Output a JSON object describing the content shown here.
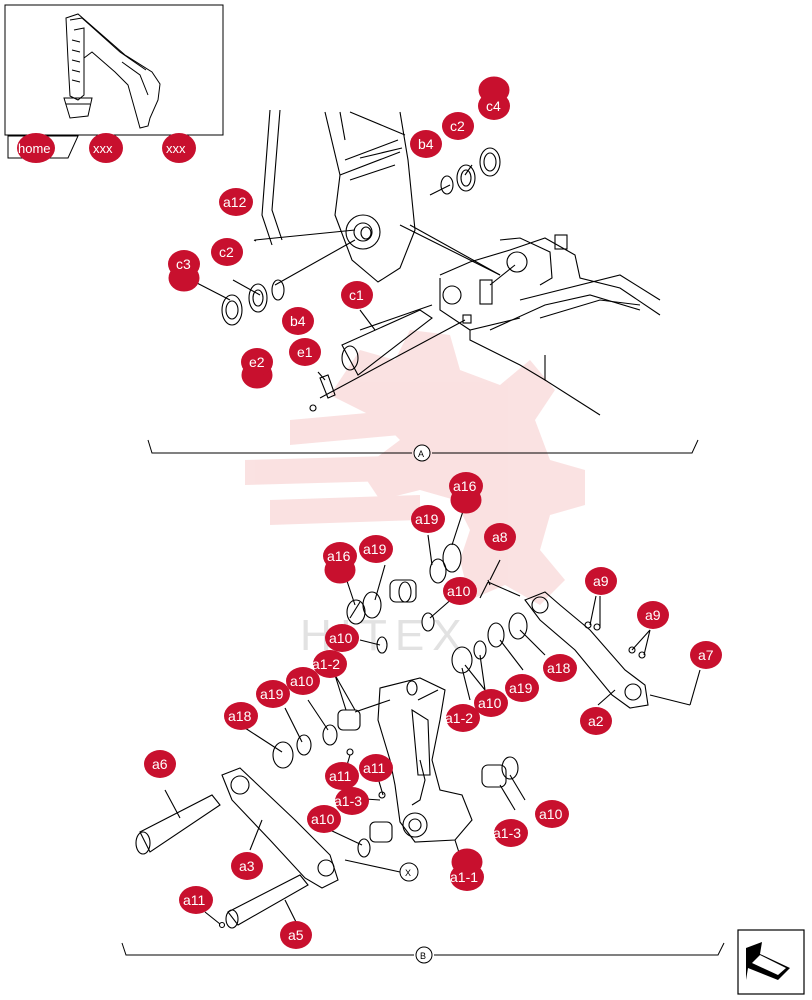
{
  "nav": {
    "home_label": "home",
    "prev_label": "xxx",
    "next_label": "xxx"
  },
  "sections": {
    "upper_label": "A",
    "lower_label": "B",
    "ref_x_label": "X"
  },
  "watermark_text": "HITEX",
  "colors": {
    "callout": "#c8102e",
    "watermark": "#f4c6c6",
    "line": "#000000"
  },
  "icons": {
    "thumbnail": "excavator-thumbnail-icon",
    "return": "return-arrow-icon"
  },
  "callouts": {
    "c4": "c4",
    "c2": "c2",
    "b4": "b4",
    "a12": "a12",
    "c3": "c3",
    "c1": "c1",
    "e1": "e1",
    "e2": "e2",
    "a16": "a16",
    "a19": "a19",
    "a8": "a8",
    "a10": "a10",
    "a9": "a9",
    "a7": "a7",
    "a12_partial": "a1-2",
    "a18": "a18",
    "a2": "a2",
    "a6": "a6",
    "a11": "a11",
    "a13_partial": "a1-3",
    "a3": "a3",
    "a11_partial": "a1-1",
    "a5": "a5"
  }
}
